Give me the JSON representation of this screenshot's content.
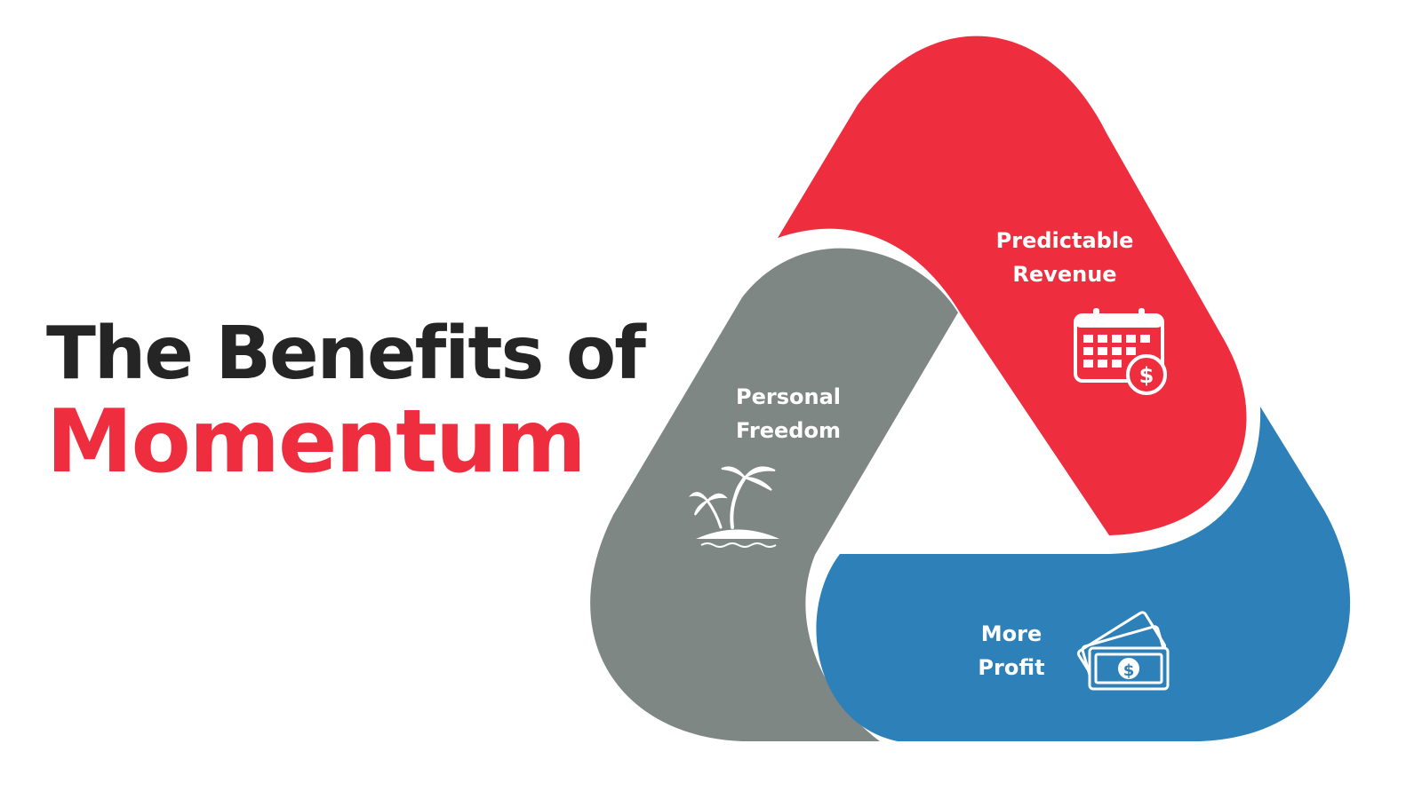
{
  "headline": {
    "line1": "The Benefits of",
    "line2": "Momentum"
  },
  "segments": {
    "revenue": {
      "label_line1": "Predictable",
      "label_line2": "Revenue",
      "icon": "calendar-dollar-icon"
    },
    "freedom": {
      "label_line1": "Personal",
      "label_line2": "Freedom",
      "icon": "palm-island-icon"
    },
    "profit": {
      "label_line1": "More",
      "label_line2": "Profit",
      "icon": "money-bills-icon"
    }
  },
  "colors": {
    "accent_red": "#ee2e3f",
    "segment_gray": "#7f8785",
    "segment_blue": "#2d80b8",
    "text_dark": "#252525",
    "icon_white": "#ffffff"
  }
}
